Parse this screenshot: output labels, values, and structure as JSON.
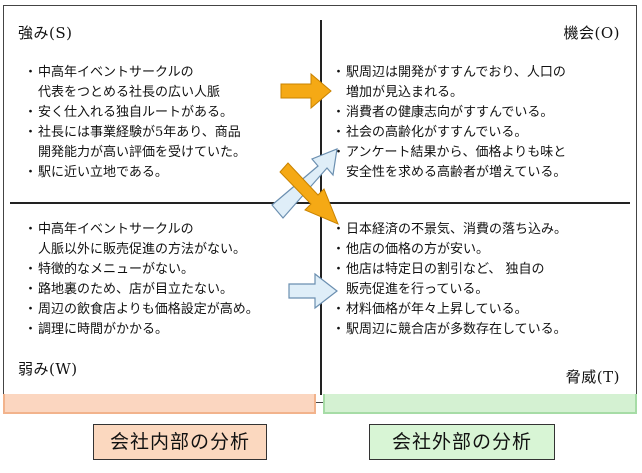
{
  "quadrants": {
    "strengths": {
      "label": "強み(S)",
      "items": [
        {
          "lines": [
            "中高年イベントサークルの",
            "代表をつとめる社長の広い人脈"
          ]
        },
        {
          "lines": [
            "安く仕入れる独自ルートがある。"
          ]
        },
        {
          "lines": [
            "社長には事業経験が5年あり、商品",
            "開発能力が高い評価を受けていた。"
          ]
        },
        {
          "lines": [
            "駅に近い立地である。"
          ]
        }
      ]
    },
    "opportunities": {
      "label": "機会(O)",
      "items": [
        {
          "lines": [
            "駅周辺は開発がすすんでおり、人口の",
            "増加が見込まれる。"
          ]
        },
        {
          "lines": [
            "消費者の健康志向がすすんでいる。"
          ]
        },
        {
          "lines": [
            "社会の高齢化がすすんでいる。"
          ]
        },
        {
          "lines": [
            "アンケート結果から、価格よりも味と",
            "安全性を求める高齢者が増えている。"
          ]
        }
      ]
    },
    "weaknesses": {
      "label": "弱み(W)",
      "items": [
        {
          "lines": [
            "中高年イベントサークルの",
            "人脈以外に販売促進の方法がない。"
          ]
        },
        {
          "lines": [
            "特徴的なメニューがない。"
          ]
        },
        {
          "lines": [
            "路地裏のため、店が目立たない。"
          ]
        },
        {
          "lines": [
            "周辺の飲食店よりも価格設定が高め。"
          ]
        },
        {
          "lines": [
            "調理に時間がかかる。"
          ]
        }
      ]
    },
    "threats": {
      "label": "脅威(T)",
      "items": [
        {
          "lines": [
            "日本経済の不景気、消費の落ち込み。"
          ]
        },
        {
          "lines": [
            "他店の価格の方が安い。"
          ]
        },
        {
          "lines": [
            "他店は特定日の割引など、 独自の",
            "販売促進を行っている。"
          ]
        },
        {
          "lines": [
            "材料価格が年々上昇している。"
          ]
        },
        {
          "lines": [
            "駅周辺に競合店が多数存在している。"
          ]
        }
      ]
    }
  },
  "bottom": {
    "internal_label": "会社内部の分析",
    "external_label": "会社外部の分析"
  },
  "colors": {
    "orange_arrow": "#f5a915",
    "blue_arrow_fill": "#dfeef8",
    "blue_arrow_stroke": "#6b8fb0",
    "internal_bg": "#fbd8bf",
    "external_bg": "#d8f5d5"
  }
}
